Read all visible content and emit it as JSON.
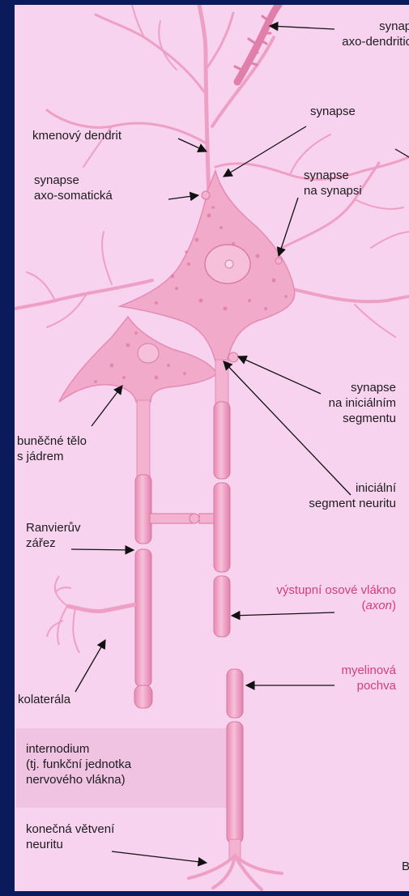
{
  "labels": {
    "axodendritic": [
      "synapse",
      "axo-dendritická"
    ],
    "synapse_top": "synapse",
    "kmenovy_dendrit": "kmenový dendrit",
    "axosomatic": [
      "synapse",
      "axo-somatická"
    ],
    "syn_on_syn": [
      "synapse",
      "na synapsi"
    ],
    "bunecne_telo": [
      "buněčné tělo",
      "s jádrem"
    ],
    "syn_initial": [
      "synapse",
      "na iniciálním",
      "segmentu"
    ],
    "initial_segment": [
      "iniciální",
      "segment neuritu"
    ],
    "ranvier": [
      "Ranvierův",
      "zářez"
    ],
    "axon_line1": "výstupní osové vlákno",
    "axon_open": "(",
    "axon_term": "axon",
    "axon_close": ")",
    "myelin": [
      "myelinová",
      "pochva"
    ],
    "kolaterala": "kolaterála",
    "internodium": [
      "internodium",
      "(tj. funkční jednotka",
      "nervového vlákna)"
    ],
    "konecna": [
      "konečná větvení",
      "neuritu"
    ],
    "corner_letter": "B"
  },
  "colors": {
    "background_frame": "#0a1a5a",
    "panel": "#f8d3ef",
    "neuron": "#f0a4c6",
    "neuron_dark": "#e07fa9",
    "myelin": "#f0a8c8",
    "nucleus_spots": "#d66d9b",
    "label_text": "#1c1c1c",
    "highlight_text": "#d0407a"
  }
}
